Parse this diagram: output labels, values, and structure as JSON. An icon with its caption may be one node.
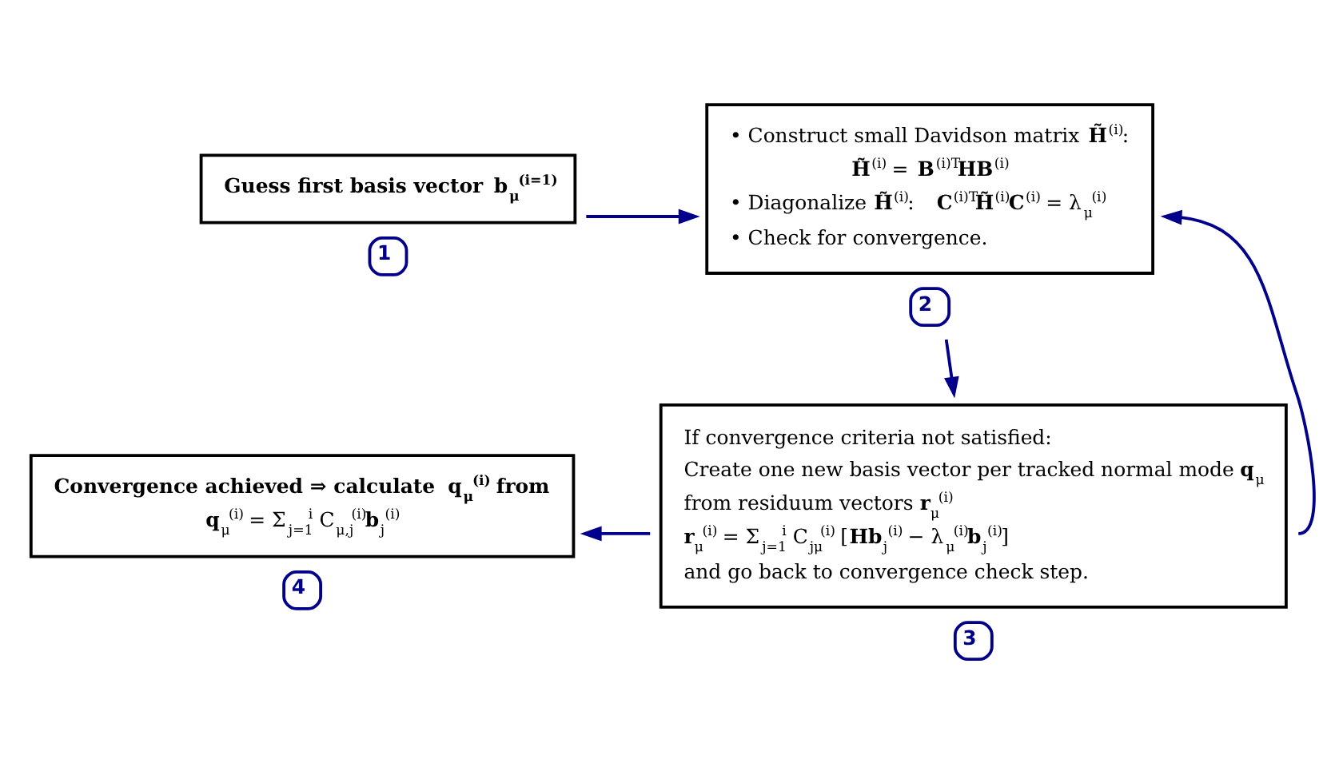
{
  "diagram": {
    "nodes": [
      {
        "text": [
          "Guess first basis vector **b**$_{μ}$$^{(i=1)}$"
        ],
        "beside": [
          "1"
        ]
      },
      {
        "text": [
          "• Construct small Davidson matrix **H̃**$^{(i)}$:",
          "**H̃**$^{(i)}$ = **B**$^{(i)T}$**HB**$^{(i)}$",
          "• Diagonalize **H̃**$^{(i)}$:   **C**$^{(i)T}$**H̃**$^{(i)}$**C**$^{(i)}$ = λ$_{μ}$$^{(i)}$",
          "• Check for convergence."
        ],
        "beside": [
          "2"
        ]
      },
      {
        "text": [
          "If convergence criteria not satisfied:",
          "Create one new basis vector per tracked normal mode **q**$_{μ}$",
          "from residuum vectors **r**$_{μ}$$^{(i)}$",
          "**r**$_{μ}$$^{(i)}$ = Σ$_{j=1}$$^{i}$ C$_{jμ}$$^{(i)}$ [**Hb**$_{j}$$^{(i)}$ − λ$_{μ}$$^{(i)}$**b**$_{j}$$^{(i)}$]",
          "and go back to convergence check step."
        ],
        "beside": [
          "3"
        ]
      },
      {
        "text": [
          "Convergence achieved ⇒ calculate **q**$_{μ}$$^{(i)}$ from",
          "**q**$_{μ}$$^{(i)}$ = Σ$_{j=1}$$^{i}$ C$_{μ,j}$$^{(i)}$**b**$_{j}$$^{(i)}$"
        ],
        "beside": [
          "4"
        ]
      }
    ],
    "edges": [
      {
        "from": 0,
        "to": 1,
        "arrow": "to"
      },
      {
        "from": 1,
        "to": 2,
        "arrow": "to"
      },
      {
        "from": 2,
        "to": 1,
        "arrow": "to"
      },
      {
        "from": 2,
        "to": 3,
        "arrow": "to"
      }
    ]
  }
}
